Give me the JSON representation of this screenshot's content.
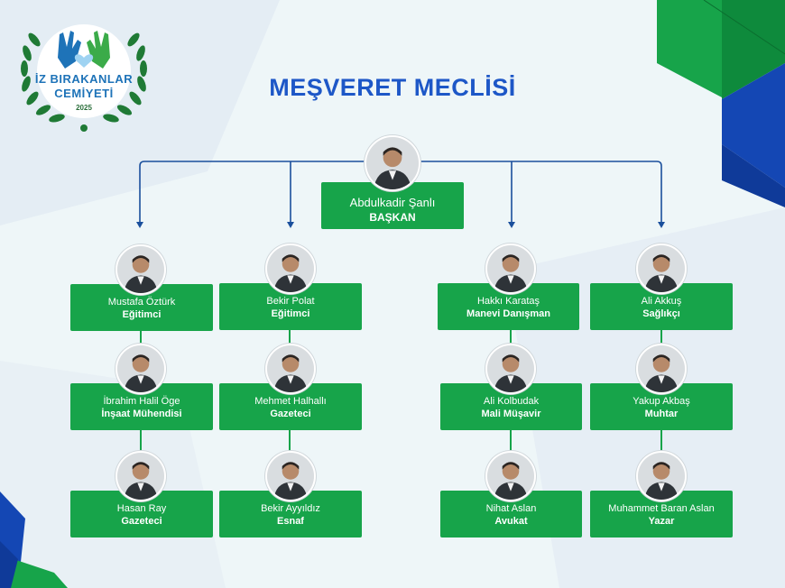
{
  "logo": {
    "line1": "İZ BIRAKANLAR",
    "line2": "CEMİYETİ",
    "year": "2025"
  },
  "title": "MEŞVERET MECLİSİ",
  "colors": {
    "card_green": "#17a44a",
    "title_blue": "#1d57c7",
    "connector_blue": "#1a4f9c"
  },
  "leader": {
    "name": "Abdulkadir Şanlı",
    "role": "BAŞKAN"
  },
  "members": [
    {
      "name": "Mustafa Öztürk",
      "role": "Eğitimci"
    },
    {
      "name": "İbrahim Halil Öge",
      "role": "İnşaat Mühendisi"
    },
    {
      "name": "Hasan Ray",
      "role": "Gazeteci"
    },
    {
      "name": "Bekir Polat",
      "role": "Eğitimci"
    },
    {
      "name": "Mehmet Halhallı",
      "role": "Gazeteci"
    },
    {
      "name": "Bekir Ayyıldız",
      "role": "Esnaf"
    },
    {
      "name": "Hakkı Karataş",
      "role": "Manevi Danışman"
    },
    {
      "name": "Ali Kolbudak",
      "role": "Mali Müşavir"
    },
    {
      "name": "Nihat Aslan",
      "role": "Avukat"
    },
    {
      "name": "Ali Akkuş",
      "role": "Sağlıkçı"
    },
    {
      "name": "Yakup Akbaş",
      "role": "Muhtar"
    },
    {
      "name": "Muhammet Baran Aslan",
      "role": "Yazar"
    }
  ]
}
